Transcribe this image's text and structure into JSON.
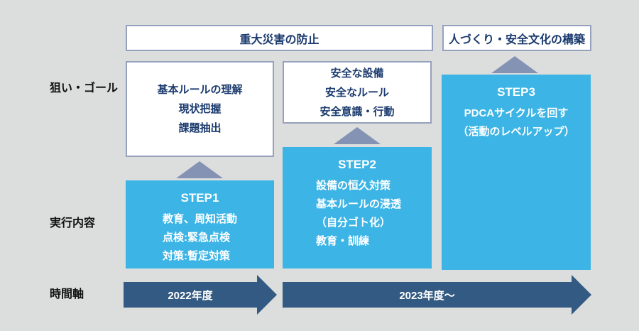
{
  "colors": {
    "background": "#dcdddd",
    "panel_blue": "#3cb4e5",
    "arrow_navy": "#335a82",
    "triangle_gray_blue": "#8493b3",
    "text_navy": "#1a3a6e",
    "white_box_border": "#96a1bd"
  },
  "banners": [
    {
      "label": "重大災害の防止"
    },
    {
      "label": "人づくり・安全文化の構築"
    }
  ],
  "row_labels": [
    {
      "label": "狙い・ゴール"
    },
    {
      "label": "実行内容"
    },
    {
      "label": "時間軸"
    }
  ],
  "goal_boxes": [
    {
      "lines": [
        "基本ルールの理解",
        "現状把握",
        "課題抽出"
      ]
    },
    {
      "lines": [
        "安全な設備",
        "安全なルール",
        "安全意識・行動"
      ]
    }
  ],
  "step_boxes": [
    {
      "title": "STEP1",
      "lines": [
        "教育、周知活動",
        "点検:緊急点検",
        "対策:暫定対策"
      ]
    },
    {
      "title": "STEP2",
      "lines": [
        "設備の恒久対策",
        "基本ルールの浸透",
        "（自分ゴト化）",
        "教育・訓練"
      ]
    },
    {
      "title": "STEP3",
      "lines": [
        "PDCAサイクルを回す",
        "（活動のレベルアップ）"
      ]
    }
  ],
  "timeline_arrows": [
    {
      "label": "2022年度"
    },
    {
      "label": "2023年度～"
    }
  ]
}
